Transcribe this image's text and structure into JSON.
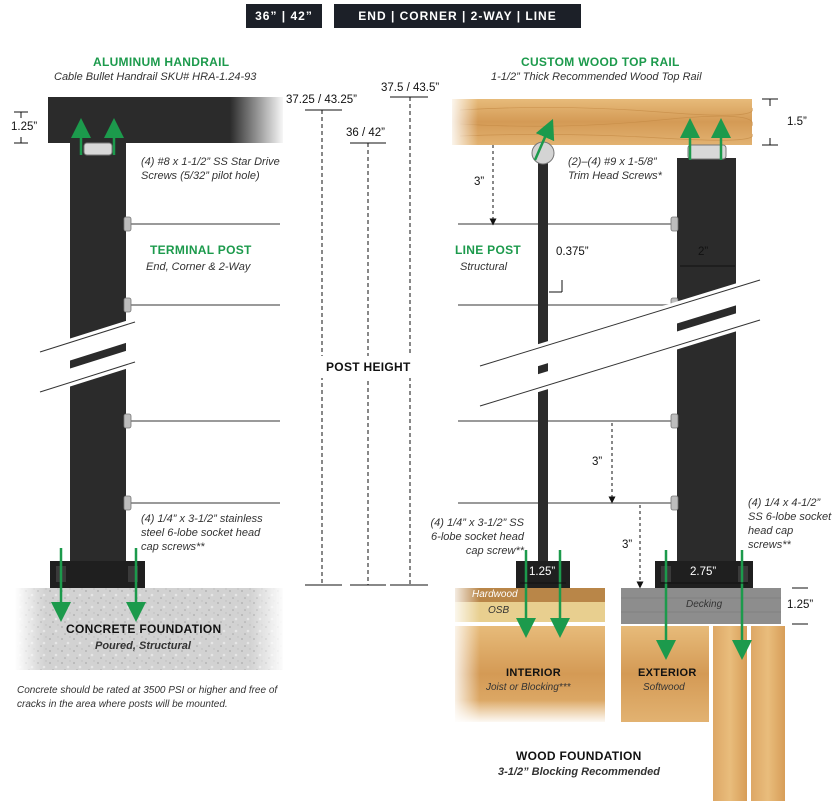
{
  "top_tags": {
    "heights": "36”  |  42”",
    "types": "END  |  CORNER  |  2-WAY  |  LINE"
  },
  "left": {
    "title": "ALUMINUM HANDRAIL",
    "subtitle": "Cable Bullet Handrail SKU# HRA-1.24-93",
    "rail_height": "1.25”",
    "screws_top": "(4) #8 x 1-1/2” SS Star Drive Screws (5/32” pilot hole)",
    "post_title": "TERMINAL POST",
    "post_sub": "End, Corner & 2-Way",
    "screws_base": "(4) 1/4” x 3-1/2” stainless steel 6-lobe socket head cap screws**",
    "foundation_title": "CONCRETE FOUNDATION",
    "foundation_sub": "Poured, Structural",
    "concrete_note": "Concrete should be rated at 3500 PSI or higher and free of cracks in the area where posts will be mounted."
  },
  "center": {
    "dim_a": "37.25 / 43.25”",
    "dim_b": "36 / 42”",
    "dim_c": "37.5 / 43.5”",
    "post_height": "POST HEIGHT"
  },
  "right": {
    "title": "CUSTOM WOOD TOP RAIL",
    "subtitle": "1-1/2” Thick Recommended Wood Top Rail",
    "rail_height": "1.5”",
    "spacing_top": "3”",
    "trim_screws": "(2)–(4) #9 x 1-5/8” Trim Head Screws*",
    "line_post_title": "LINE POST",
    "line_post_sub": "Structural",
    "line_post_width": "0.375”",
    "post_width": "2”",
    "spacing_mid": "3”",
    "spacing_low": "3”",
    "screws_line": "(4) 1/4” x 3-1/2” SS 6-lobe socket head cap screw**",
    "screws_right": "(4) 1/4 x 4-1/2” SS 6-lobe socket head cap screws**",
    "line_base_width": "1.25”",
    "term_base_width": "2.75”",
    "decking_height": "1.25”",
    "hardwood": "Hardwood",
    "osb": "OSB",
    "decking": "Decking",
    "interior_title": "INTERIOR",
    "interior_sub": "Joist or Blocking***",
    "exterior_title": "EXTERIOR",
    "exterior_sub": "Softwood",
    "foundation_title": "WOOD FOUNDATION",
    "foundation_sub": "3-1/2” Blocking Recommended"
  },
  "colors": {
    "post": "#2b2b2b",
    "accent_green": "#1c9a4c",
    "wood": "#d9a862",
    "concrete": "#cfcfcf",
    "decking": "#8a8a8a",
    "tag_bg": "#1c2028"
  }
}
